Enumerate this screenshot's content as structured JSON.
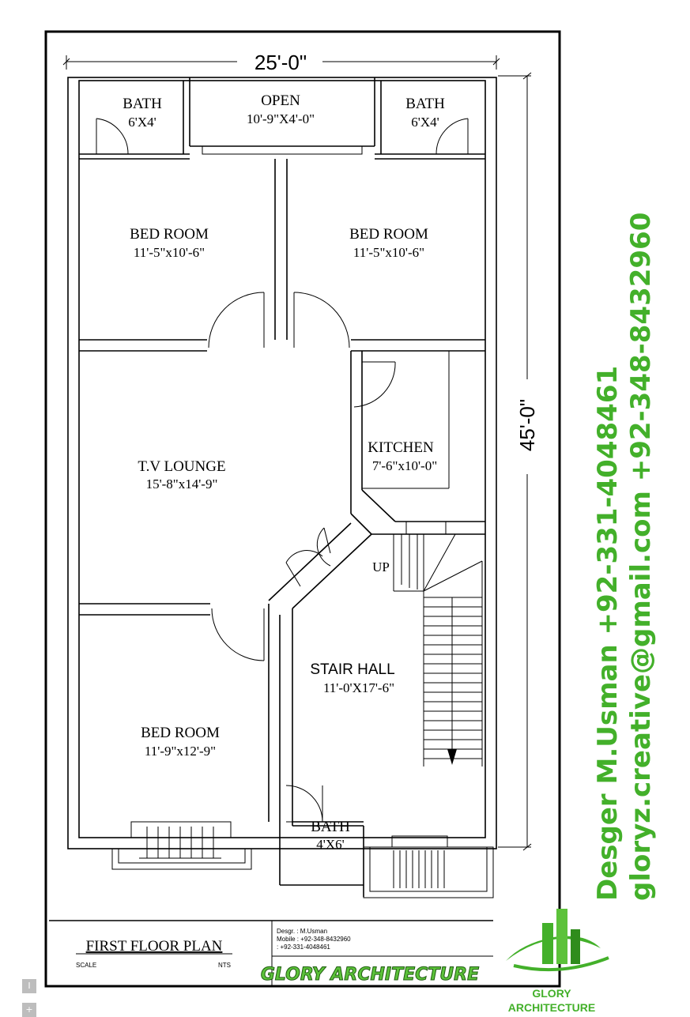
{
  "dimensions": {
    "width": "25'-0\"",
    "depth": "45'-0\""
  },
  "rooms": {
    "bath_left": {
      "label": "BATH",
      "size": "6'X4'"
    },
    "open": {
      "label": "OPEN",
      "size": "10'-9\"X4'-0\""
    },
    "bath_right": {
      "label": "BATH",
      "size": "6'X4'"
    },
    "bed_left": {
      "label": "BED ROOM",
      "size": "11'-5\"x10'-6\""
    },
    "bed_right": {
      "label": "BED ROOM",
      "size": "11'-5\"x10'-6\""
    },
    "kitchen": {
      "label": "KITCHEN",
      "size": "7'-6\"x10'-0\""
    },
    "lounge": {
      "label": "T.V LOUNGE",
      "size": "15'-8\"x14'-9\""
    },
    "stair_hall": {
      "label": "STAIR HALL",
      "size": "11'-0'X17'-6\""
    },
    "stair_up": "UP",
    "bed_bottom": {
      "label": "BED ROOM",
      "size": "11'-9\"x12'-9\""
    },
    "bath_bottom": {
      "label": "BATH",
      "size": "4'X6'"
    }
  },
  "title_block": {
    "title": "FIRST FLOOR PLAN",
    "scale_label": "SCALE",
    "scale_value": "NTS",
    "designer": "Desgr.   : M.Usman",
    "mobile1": "Mobile : +92-348-8432960",
    "mobile2": "           : +92-331-4048461",
    "banner": "GLORY ARCHITECTURE"
  },
  "side_text": {
    "line1": "Desger M.Usman        +92-331-4048461",
    "line2": "gloryz.creative@gmail.com  +92-348-8432960"
  },
  "logo": {
    "line1": "GLORY",
    "line2": "ARCHITECTURE"
  },
  "pager": {
    "prev": "I",
    "next": "+"
  },
  "colors": {
    "accent": "#43b02a",
    "ink": "#000000"
  }
}
